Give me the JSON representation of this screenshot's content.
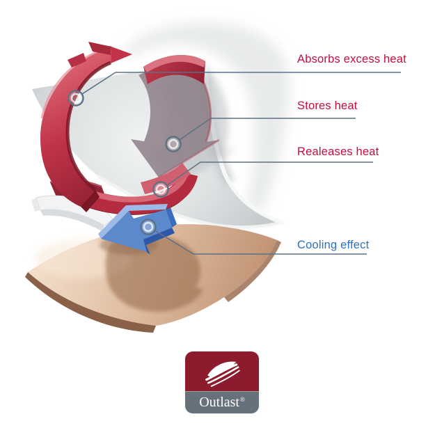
{
  "callouts": [
    {
      "id": "absorbs",
      "label": "Absorbs excess heat"
    },
    {
      "id": "stores",
      "label": "Stores heat"
    },
    {
      "id": "releases",
      "label": "Realeases heat"
    },
    {
      "id": "cooling",
      "label": "Cooling effect"
    }
  ],
  "logo": {
    "brand": "Outlast",
    "registered_mark": "®",
    "icon": "swoosh-icon"
  },
  "colors": {
    "label_red": "#C50C3E",
    "label_blue": "#2E6FBE",
    "line_slate": "#5C7184",
    "logo_red": "#8C1C2D",
    "logo_slate": "#67717C",
    "arrow_red": "#C03349",
    "arrow_red_dark": "#7A1726",
    "arrow_muted": "#8D7E87",
    "arrow_blue": "#5C88CC",
    "fabric_gray": "#D6DADB",
    "skin_tan": "#D9B292",
    "white_arrow": "#F2F3F4"
  }
}
